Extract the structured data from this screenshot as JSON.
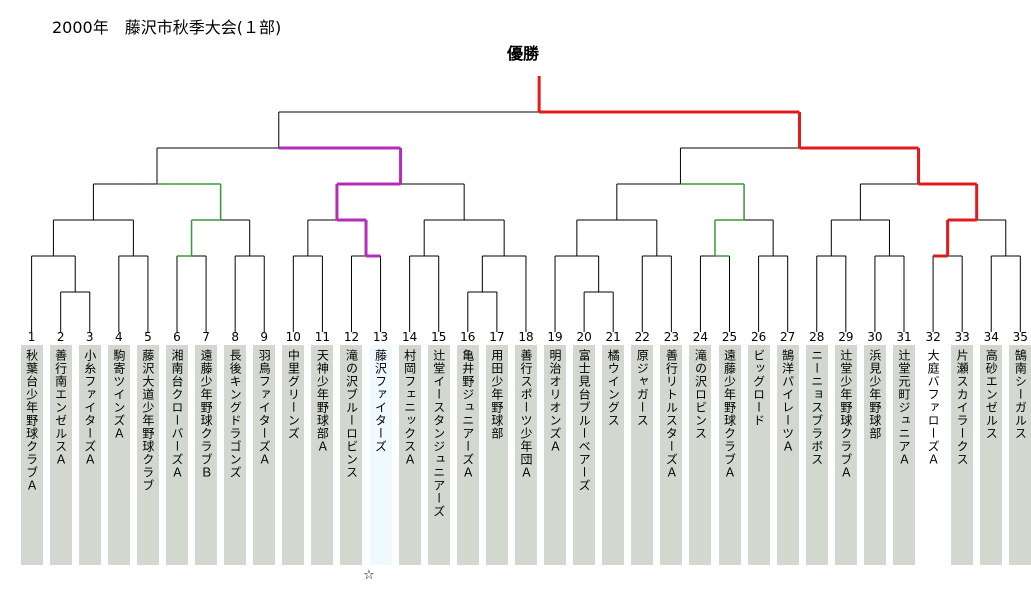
{
  "title": "2000年　藤沢市秋季大会(１部)",
  "champion_label": "優勝",
  "star": "☆",
  "colors": {
    "line": "#000000",
    "green": "#3a9a3a",
    "purple": "#b32db8",
    "red": "#e01b1b",
    "team_bg": "#d2d7d0",
    "highlight_bg": "#eefaff"
  },
  "teams": [
    {
      "no": "1",
      "name": "秋葉台少年野球クラブＡ"
    },
    {
      "no": "2",
      "name": "善行南エンゼルスＡ"
    },
    {
      "no": "3",
      "name": "小糸ファイターズＡ"
    },
    {
      "no": "4",
      "name": "駒寄ツインズＡ"
    },
    {
      "no": "5",
      "name": "藤沢大道少年野球クラブ"
    },
    {
      "no": "6",
      "name": "湘南台クローバーズＡ"
    },
    {
      "no": "7",
      "name": "遠藤少年野球クラブＢ"
    },
    {
      "no": "8",
      "name": "長後キングドラゴンズ"
    },
    {
      "no": "9",
      "name": "羽鳥ファイターズＡ"
    },
    {
      "no": "10",
      "name": "中里グリーンズ"
    },
    {
      "no": "11",
      "name": "天神少年野球部Ａ"
    },
    {
      "no": "12",
      "name": "滝の沢ブルーロビンス"
    },
    {
      "no": "13",
      "name": "藤沢ファイターズ"
    },
    {
      "no": "14",
      "name": "村岡フェニックスＡ"
    },
    {
      "no": "15",
      "name": "辻堂イースタンジュニアーズ"
    },
    {
      "no": "16",
      "name": "亀井野ジュニアーズＡ"
    },
    {
      "no": "17",
      "name": "用田少年野球部"
    },
    {
      "no": "18",
      "name": "善行スポーツ少年団Ａ"
    },
    {
      "no": "19",
      "name": "明治オリオンズＡ"
    },
    {
      "no": "20",
      "name": "富士見台ブルーベアーズ"
    },
    {
      "no": "21",
      "name": "橘ウイングス"
    },
    {
      "no": "22",
      "name": "原ジャガース"
    },
    {
      "no": "23",
      "name": "善行リトルスターズＡ"
    },
    {
      "no": "24",
      "name": "滝の沢ロビンス"
    },
    {
      "no": "25",
      "name": "遠藤少年野球クラブＡ"
    },
    {
      "no": "26",
      "name": "ビッグロード"
    },
    {
      "no": "27",
      "name": "鵠洋パイレーツＡ"
    },
    {
      "no": "28",
      "name": "ニーニョスブラボス"
    },
    {
      "no": "29",
      "name": "辻堂少年野球クラブＡ"
    },
    {
      "no": "30",
      "name": "浜見少年野球部"
    },
    {
      "no": "31",
      "name": "辻堂元町ジュニアＡ"
    },
    {
      "no": "32",
      "name": "大庭バファローズＡ"
    },
    {
      "no": "33",
      "name": "片瀬スカイラークス"
    },
    {
      "no": "34",
      "name": "高砂エンゼルス"
    },
    {
      "no": "35",
      "name": "鵠南シーガルス"
    }
  ],
  "winner_team_no": "32",
  "highlighted_team_no": "13"
}
